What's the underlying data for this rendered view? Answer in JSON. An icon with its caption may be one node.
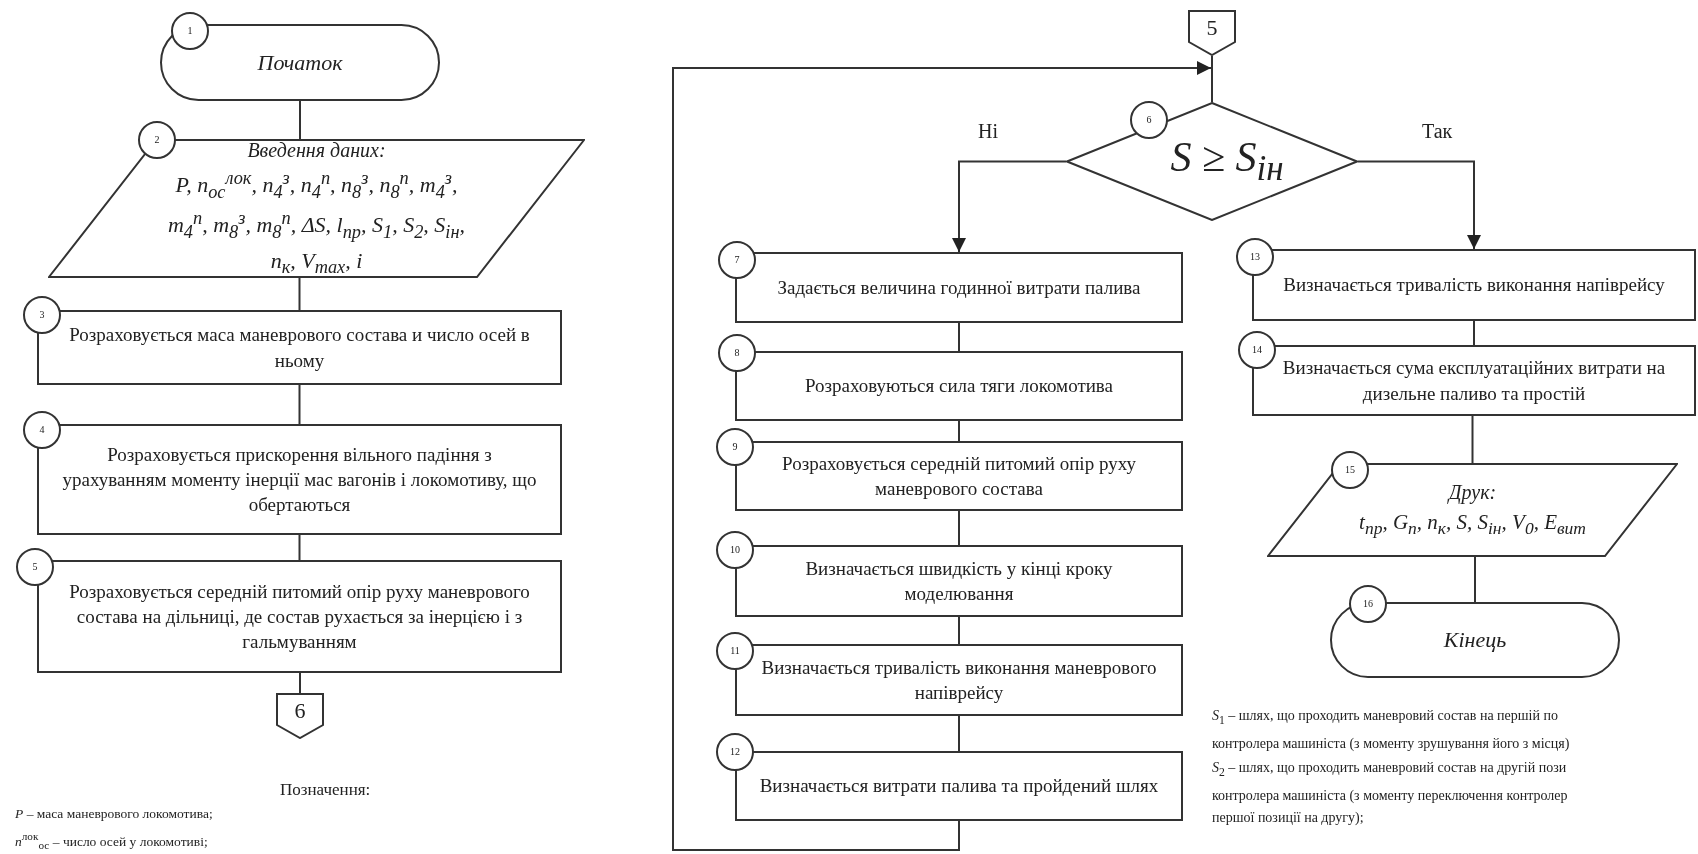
{
  "diagram": {
    "nodes": [
      {
        "text": [
          "1",
          "Початок"
        ]
      },
      {
        "text": [
          "2",
          "Введення даних:",
          "P, n$_{ос}$$^{лок}$, n$_{4}$$^{з}$, n$_{4}$$^{п}$, n$_{8}$$^{з}$, n$_{8}$$^{п}$, m$_{4}$$^{з}$, m$_{4}$$^{п}$, m$_{8}$$^{з}$, m$_{8}$$^{п}$, ΔS, l$_{пр}$, S$_{1}$, S$_{2}$, S$_{ін}$, n$_{к}$, V$_{max}$, i"
        ]
      },
      {
        "text": [
          "3",
          "Розраховується маса маневрового состава и число осей в ньому"
        ]
      },
      {
        "text": [
          "4",
          "Розраховується прискорення вільного падіння з урахуванням моменту інерції мас вагонів і локомотиву, що обертаються"
        ]
      },
      {
        "text": [
          "5",
          "Розраховується середній питомий опір руху маневрового состава на дільниці, де состав рухається за інерцією і з гальмуванням"
        ]
      },
      {
        "text": [
          "6"
        ]
      },
      {
        "text": [
          "5"
        ]
      },
      {
        "text": [
          "6",
          "S ≥ S$_{ін}$"
        ]
      },
      {
        "text": [
          "7",
          "Задається величина годинної витрати палива"
        ]
      },
      {
        "text": [
          "8",
          "Розраховуються сила тяги локомотива"
        ]
      },
      {
        "text": [
          "9",
          "Розраховується середній питомий опір руху маневрового состава"
        ]
      },
      {
        "text": [
          "10",
          "Визначається швидкість у кінці кроку моделювання"
        ]
      },
      {
        "text": [
          "11",
          "Визначається тривалість виконання маневрового напіврейсу"
        ]
      },
      {
        "text": [
          "12",
          "Визначається витрати палива та пройдений шлях"
        ]
      },
      {
        "text": [
          "13",
          "Визначається тривалість виконання напіврейсу"
        ]
      },
      {
        "text": [
          "14",
          "Визначається сума експлуатаційних витрати на дизельне паливо та простій"
        ]
      },
      {
        "text": [
          "15",
          "Друк:",
          "t$_{пр}$, G$_{п}$, n$_{к}$, S, S$_{ін}$, V$_{0}$, E$_{вит}$"
        ]
      },
      {
        "text": [
          "16",
          "Кінець"
        ]
      }
    ],
    "edges": [
      {
        "from": 0,
        "to": 1,
        "arrow": "none"
      },
      {
        "from": 1,
        "to": 2,
        "arrow": "none"
      },
      {
        "from": 2,
        "to": 3,
        "arrow": "none"
      },
      {
        "from": 3,
        "to": 4,
        "arrow": "none"
      },
      {
        "from": 4,
        "to": 5,
        "arrow": "none"
      },
      {
        "from": 6,
        "to": 7,
        "arrow": "none"
      },
      {
        "from": 7,
        "to": 8,
        "arrow": "to",
        "label": "Ні"
      },
      {
        "from": 7,
        "to": 14,
        "arrow": "to",
        "label": "Так"
      },
      {
        "from": 8,
        "to": 9,
        "arrow": "none"
      },
      {
        "from": 9,
        "to": 10,
        "arrow": "none"
      },
      {
        "from": 10,
        "to": 11,
        "arrow": "none"
      },
      {
        "from": 11,
        "to": 12,
        "arrow": "none"
      },
      {
        "from": 12,
        "to": 13,
        "arrow": "none"
      },
      {
        "from": 13,
        "to": 7,
        "arrow": "to"
      },
      {
        "from": 14,
        "to": 15,
        "arrow": "none"
      },
      {
        "from": 15,
        "to": 16,
        "arrow": "none"
      },
      {
        "from": 16,
        "to": 17,
        "arrow": "none"
      }
    ],
    "labels": [
      "Позначення:",
      "*P* – маса маневрового локомотива;",
      "*n*$^{лок}$$_{ос}$ – число осей у локомотиві;",
      "*S*$_{1}$ – шлях, що проходить маневровий состав на першій по",
      "контролера машиніста (з моменту зрушування його з місця)",
      "*S*$_{2}$ – шлях, що проходить маневровий состав на другій пози",
      "контролера машиніста (з моменту переключення контролер",
      "першої позиції на другу);"
    ]
  }
}
